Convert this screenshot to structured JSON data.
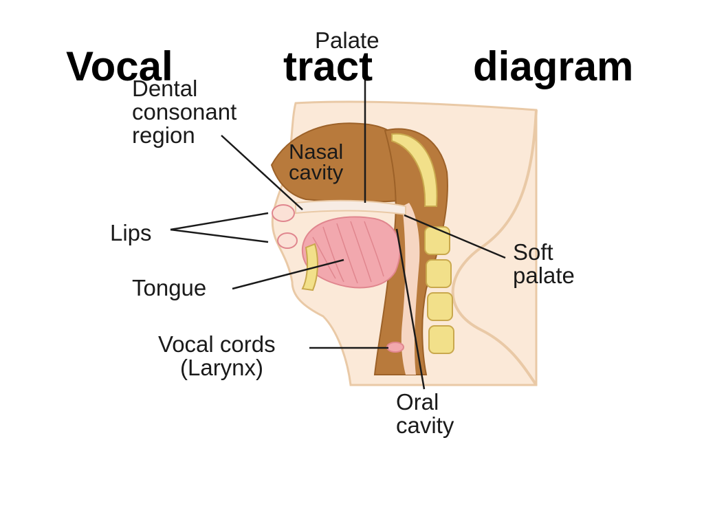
{
  "title": {
    "words": [
      "Vocal",
      "tract",
      "diagram"
    ]
  },
  "labels": {
    "palate": "Palate",
    "dental_line1": "Dental",
    "dental_line2": "consonant",
    "dental_line3": "region",
    "nasal_line1": "Nasal",
    "nasal_line2": "cavity",
    "lips": "Lips",
    "tongue": "Tongue",
    "soft_line1": "Soft",
    "soft_line2": "palate",
    "cords_line1": "Vocal cords",
    "cords_line2": "(Larynx)",
    "oral_line1": "Oral",
    "oral_line2": "cavity"
  },
  "colors": {
    "skin": "#fbe9d8",
    "skin_edge": "#e9c9a6",
    "tissue_brown": "#b87a3c",
    "tissue_dark": "#9c6128",
    "tongue": "#f2a8ae",
    "tongue_edge": "#e0868e",
    "bone": "#f2e08a",
    "line": "#1a1a1a"
  }
}
